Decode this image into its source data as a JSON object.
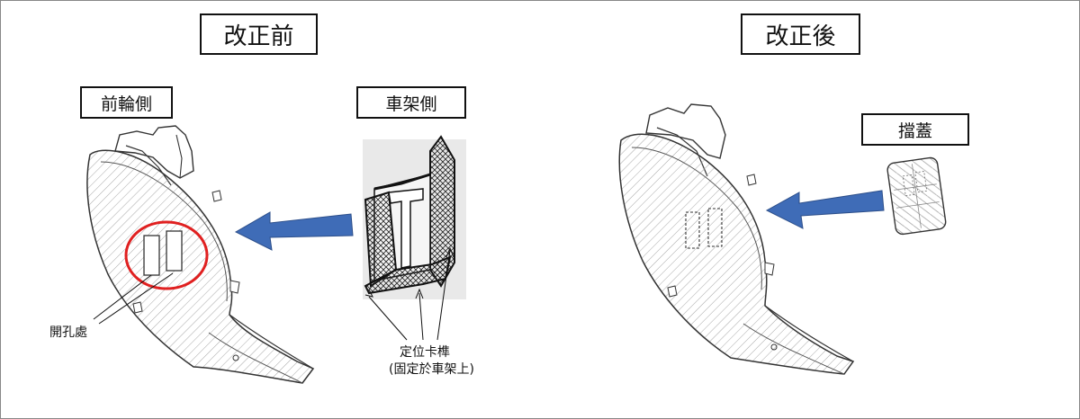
{
  "before": {
    "title": "改正前",
    "front_wheel_side": "前輪側",
    "frame_side": "車架側",
    "hole_label": "開孔處",
    "tab_label_line1": "定位卡榫",
    "tab_label_line2": "(固定於車架上)"
  },
  "after": {
    "title": "改正後",
    "cover_label": "擋蓋"
  },
  "colors": {
    "arrow": "#3f6cb7",
    "highlight_ring": "#e02020",
    "outline": "#333333",
    "hatch": "#9a9a9a"
  }
}
